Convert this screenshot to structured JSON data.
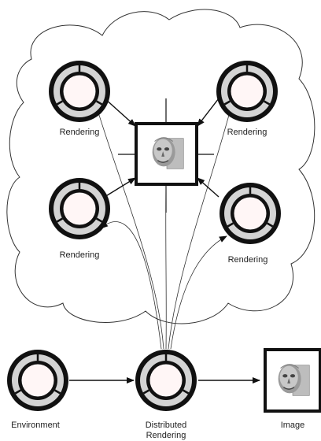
{
  "labels": {
    "rendering_top_left": "Rendering",
    "rendering_top_right": "Rendering",
    "rendering_bottom_left": "Rendering",
    "rendering_bottom_right": "Rendering",
    "environment": "Environment",
    "distributed_line1": "Distributed",
    "distributed_line2": "Rendering",
    "image": "Image"
  },
  "colors": {
    "stroke": "#111111",
    "ring_fill": "#d4d4d4",
    "core_fill": "#fff6f6"
  },
  "icons": {
    "central_box": "face-render-icon",
    "image_box": "face-render-icon"
  }
}
